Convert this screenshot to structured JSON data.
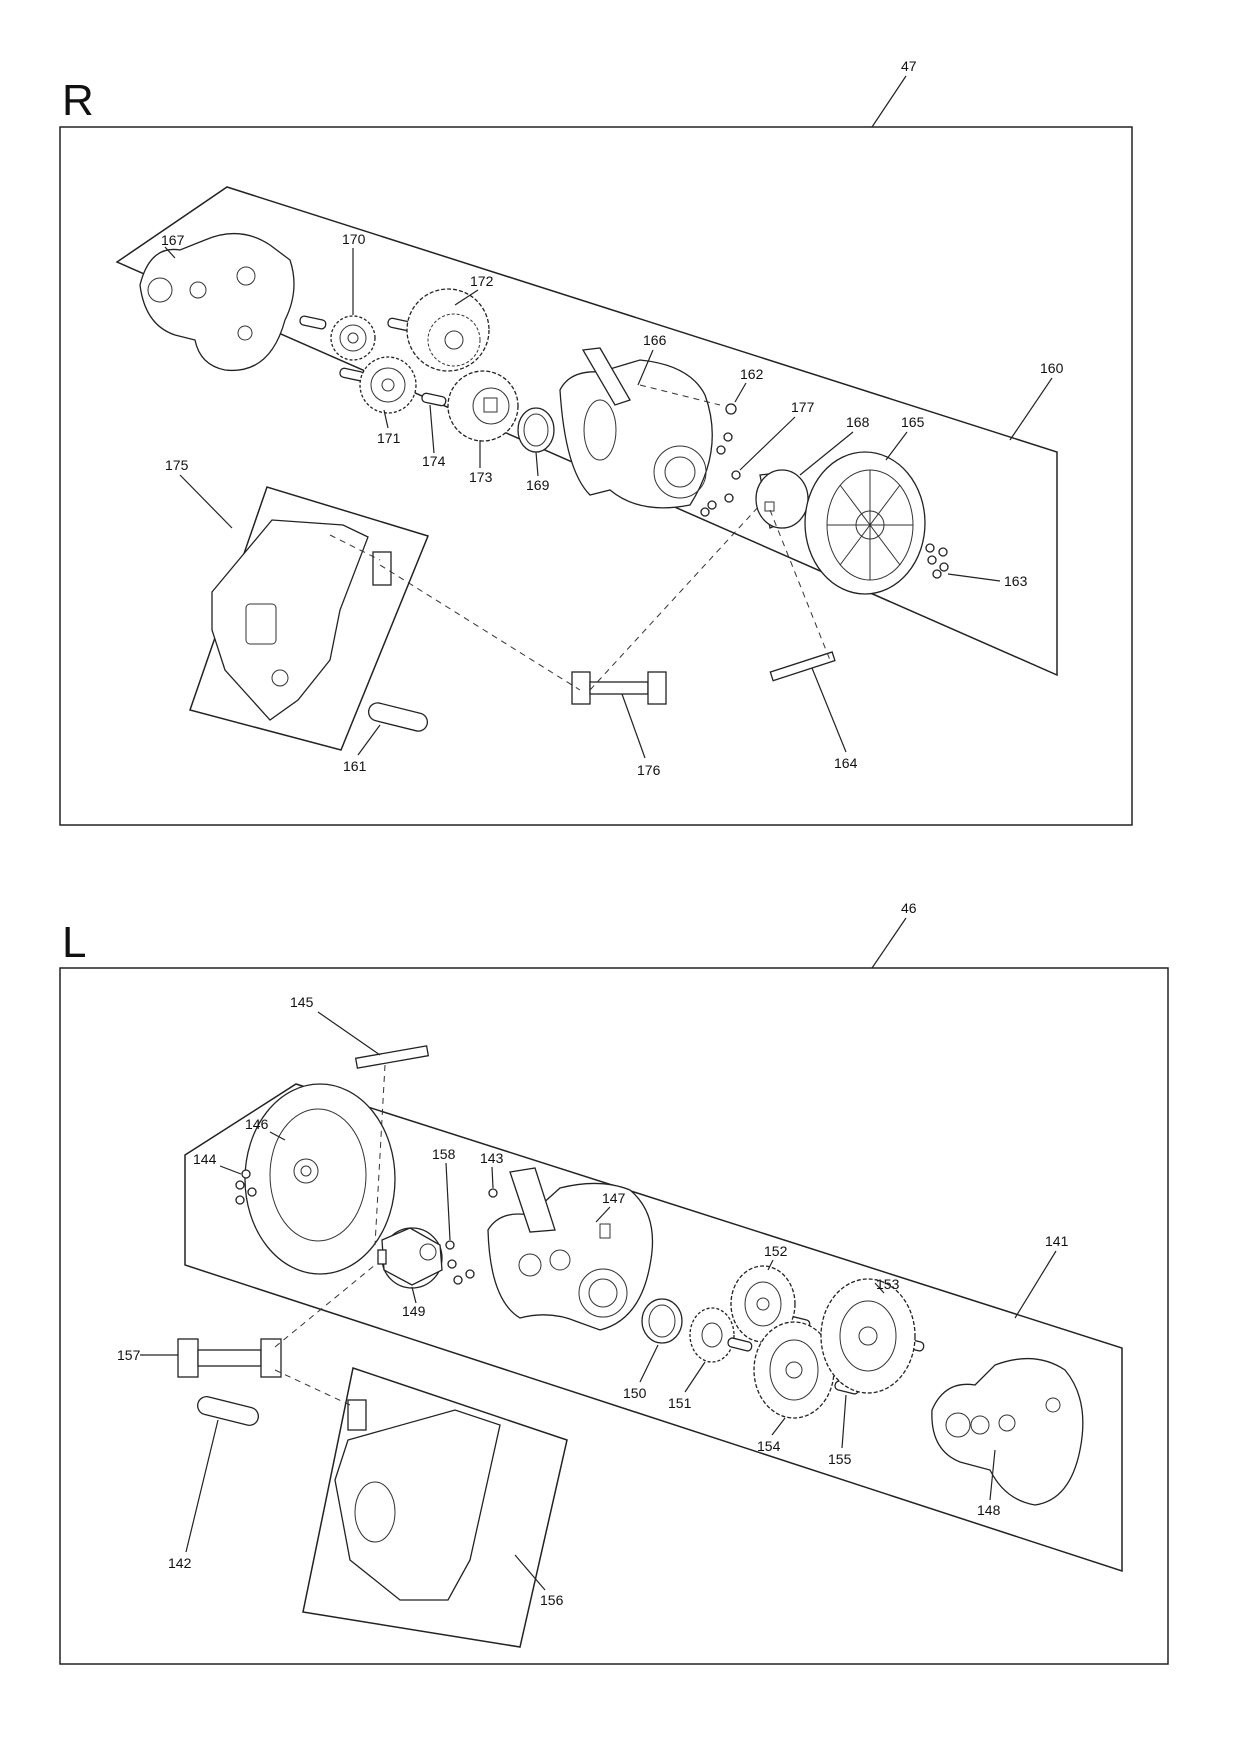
{
  "sections": {
    "right": {
      "letter": "R",
      "assembly_ref": "47",
      "callouts": [
        "167",
        "170",
        "172",
        "166",
        "162",
        "160",
        "177",
        "168",
        "165",
        "171",
        "174",
        "173",
        "169",
        "175",
        "163",
        "161",
        "176",
        "164"
      ]
    },
    "left": {
      "letter": "L",
      "assembly_ref": "46",
      "callouts": [
        "145",
        "146",
        "144",
        "158",
        "143",
        "147",
        "152",
        "153",
        "141",
        "149",
        "157",
        "150",
        "151",
        "154",
        "155",
        "148",
        "142",
        "156"
      ]
    }
  }
}
